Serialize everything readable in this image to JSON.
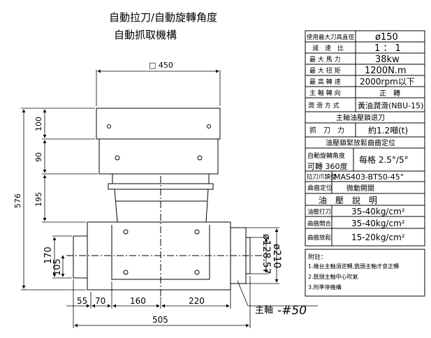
{
  "header": {
    "line1": "自動拉刀/自動旋轉角度",
    "line2": "自動抓取機構"
  },
  "dimensions": {
    "width_top": "□ 450",
    "h_100": "100",
    "h_90": "90",
    "h_195": "195",
    "h_576": "576",
    "h_170": "170",
    "h_105": "105",
    "d_128": "ø128.57",
    "d_210": "ø210",
    "w_55": "55",
    "w_70": "70",
    "w_160": "160",
    "w_220": "220",
    "w_505": "505",
    "spindle_label": "主軸",
    "spindle_model": "-#50"
  },
  "spec_table": {
    "rows": [
      {
        "label": "使用最大刀具直徑",
        "value": "ø150"
      },
      {
        "label": "減　速　比",
        "value": "1 ： 1"
      },
      {
        "label": "最 大 馬 力",
        "value": "38kw"
      },
      {
        "label": "最 大 扭 矩",
        "value": "1200N.m"
      },
      {
        "label": "最 高 轉 速",
        "value": "2000rpm以下"
      },
      {
        "label": "主 軸 轉 向",
        "value": "正　轉"
      },
      {
        "label": "潤 滑 方 式",
        "value": "黃油潤滑(NBU-15)"
      }
    ],
    "section_retract": "主軸油壓鎖退刀",
    "grip_label": "抓　刀　力",
    "grip_value": "約1.2噸(t)",
    "section_lock": "油壓鎖緊放鬆曲齒定位",
    "rotation_label_1": "自動旋轉角度",
    "rotation_label_2": "可轉 360度",
    "rotation_value": "每格 2.5°/5°",
    "pull_label": "拉刀爪類型",
    "pull_value": "MAS403-BT50-45°",
    "position_label": "曲齒定位",
    "position_value": "微動開關",
    "oil_title": "油　壓　說　明",
    "oil_rows": [
      {
        "label": "油壓打刀",
        "value": "35-40kg/cm²"
      },
      {
        "label": "曲齒開合",
        "value": "35-40kg/cm²"
      },
      {
        "label": "曲齒放鬆",
        "value": "15-20kg/cm²"
      }
    ]
  },
  "notes": {
    "title": "附註：",
    "items": [
      "1.機台主軸須逆轉,銑頭主軸才會正轉",
      "2.銑頭主軸中心吹氣",
      "3.附準停機構"
    ]
  }
}
